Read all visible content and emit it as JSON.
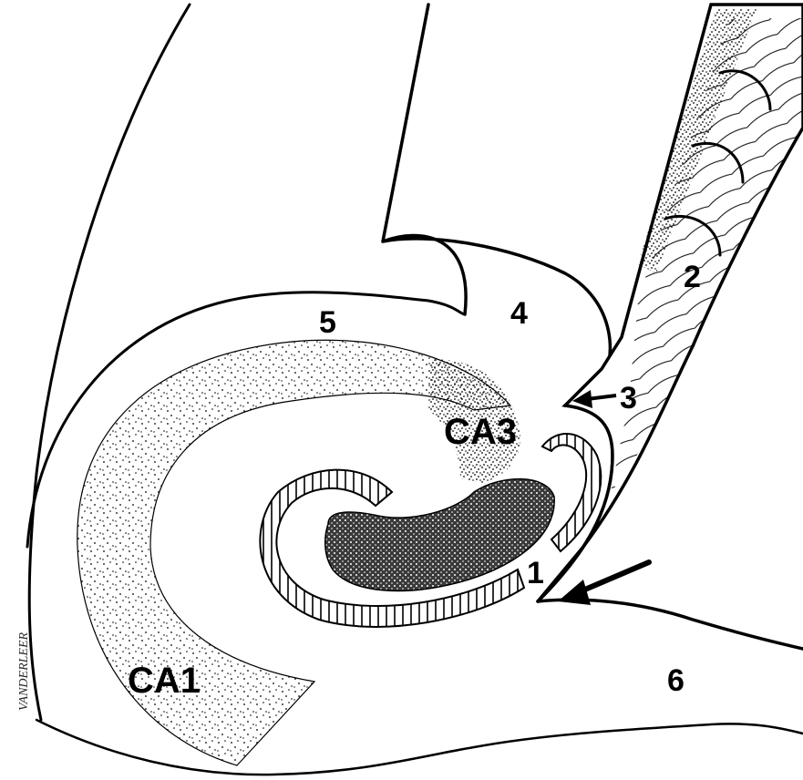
{
  "labels": {
    "ca1": "CA1",
    "ca3": "CA3",
    "n1": "1",
    "n2": "2",
    "n3": "3",
    "n4": "4",
    "n5": "5",
    "n6": "6"
  },
  "signature": "VANDERLEER",
  "colors": {
    "ink": "#000000",
    "paper": "#ffffff"
  }
}
